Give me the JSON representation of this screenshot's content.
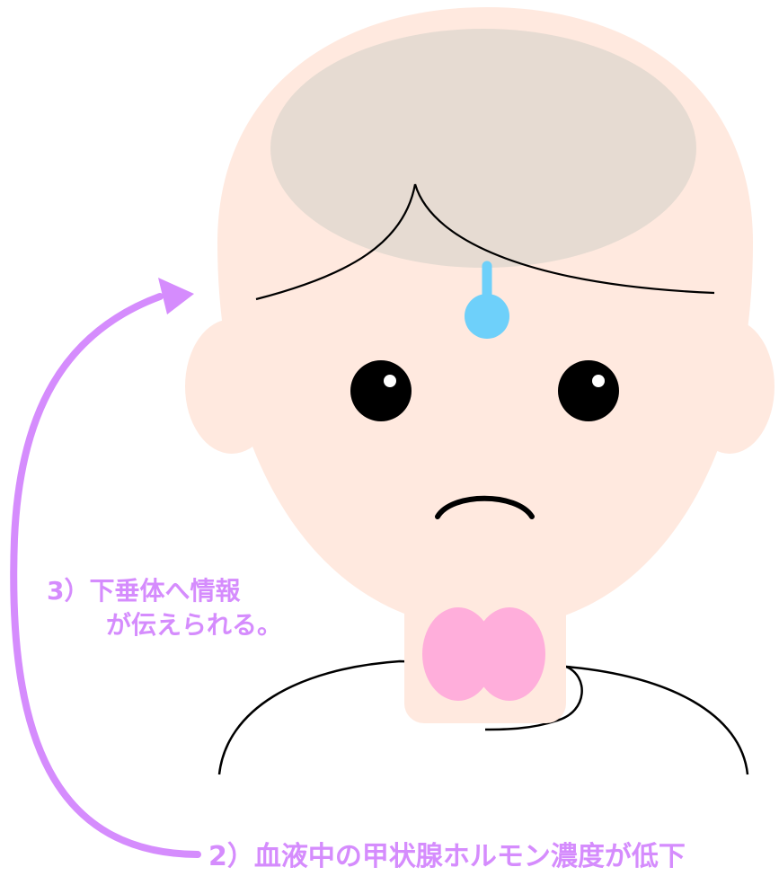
{
  "labels": {
    "step3_line1": "3）下垂体へ情報",
    "step3_line2": "が伝えられる。",
    "step2": "2）血液中の甲状腺ホルモン濃度が低下"
  },
  "colors": {
    "skin": "#ffe9df",
    "brain": "#e6dbd2",
    "thyroid": "#ffaedb",
    "arrow": "#d58cfd",
    "sweat": "#6ed0fa",
    "label_text": "#d58cfd",
    "outline": "#000000"
  },
  "icons": {
    "sweat_drop": "sweat-drop-icon",
    "arrow": "curved-arrow-icon"
  }
}
